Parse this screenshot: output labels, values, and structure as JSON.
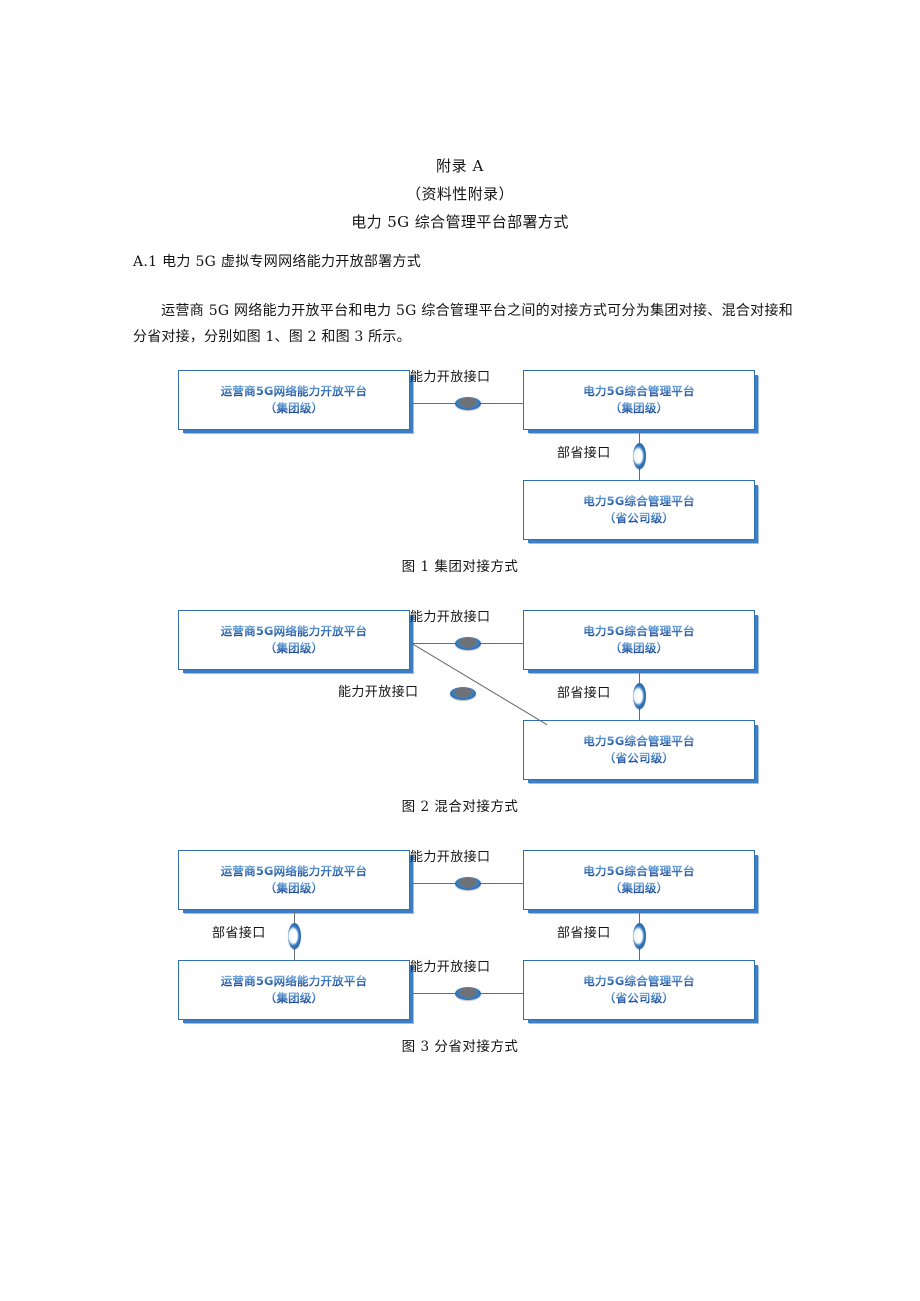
{
  "document": {
    "appendix_label": "附录 A",
    "appendix_kind": "（资料性附录）",
    "appendix_title": "电力 5G 综合管理平台部署方式",
    "section_heading": "A.1 电力 5G 虚拟专网网络能力开放部署方式",
    "paragraph": "运营商 5G 网络能力开放平台和电力 5G 综合管理平台之间的对接方式可分为集团对接、混合对接和分省对接，分别如图 1、图 2 和图 3 所示。"
  },
  "labels": {
    "operator_platform_l1": "运营商5G网络能力开放平台",
    "operator_platform_l2": "（集团级）",
    "power_platform_l1": "电力5G综合管理平台",
    "group_level": "（集团级）",
    "province_level": "（省公司级）",
    "capability_interface": "能力开放接口",
    "ministry_province_interface": "部省接口"
  },
  "figures": [
    {
      "id": "figure-1",
      "caption": "图 1 集团对接方式",
      "nodes": [
        {
          "name": "operator-group",
          "line1": "运营商5G网络能力开放平台",
          "line2": "（集团级）"
        },
        {
          "name": "power-group",
          "line1": "电力5G综合管理平台",
          "line2": "（集团级）"
        },
        {
          "name": "power-province",
          "line1": "电力5G综合管理平台",
          "line2": "（省公司级）"
        }
      ],
      "connectors": [
        {
          "name": "capability-interface",
          "label": "能力开放接口",
          "orientation": "horizontal"
        },
        {
          "name": "ministry-province-interface",
          "label": "部省接口",
          "orientation": "vertical"
        }
      ]
    },
    {
      "id": "figure-2",
      "caption": "图 2 混合对接方式",
      "nodes": [
        {
          "name": "operator-group",
          "line1": "运营商5G网络能力开放平台",
          "line2": "（集团级）"
        },
        {
          "name": "power-group",
          "line1": "电力5G综合管理平台",
          "line2": "（集团级）"
        },
        {
          "name": "power-province",
          "line1": "电力5G综合管理平台",
          "line2": "（省公司级）"
        }
      ],
      "connectors": [
        {
          "name": "capability-interface-top",
          "label": "能力开放接口",
          "orientation": "horizontal"
        },
        {
          "name": "capability-interface-diagonal",
          "label": "能力开放接口",
          "orientation": "diagonal"
        },
        {
          "name": "ministry-province-interface",
          "label": "部省接口",
          "orientation": "vertical"
        }
      ]
    },
    {
      "id": "figure-3",
      "caption": "图 3 分省对接方式",
      "nodes": [
        {
          "name": "operator-group",
          "line1": "运营商5G网络能力开放平台",
          "line2": "（集团级）"
        },
        {
          "name": "power-group",
          "line1": "电力5G综合管理平台",
          "line2": "（集团级）"
        },
        {
          "name": "operator-group-2",
          "line1": "运营商5G网络能力开放平台",
          "line2": "（集团级）"
        },
        {
          "name": "power-province",
          "line1": "电力5G综合管理平台",
          "line2": "（省公司级）"
        }
      ],
      "connectors": [
        {
          "name": "capability-interface-top",
          "label": "能力开放接口",
          "orientation": "horizontal"
        },
        {
          "name": "capability-interface-bottom",
          "label": "能力开放接口",
          "orientation": "horizontal"
        },
        {
          "name": "ministry-province-interface-left",
          "label": "部省接口",
          "orientation": "vertical"
        },
        {
          "name": "ministry-province-interface-right",
          "label": "部省接口",
          "orientation": "vertical"
        }
      ]
    }
  ],
  "colors": {
    "node_border": "#2f6fb5",
    "node_text_gradient_top": "#9cc3e6",
    "node_text_gradient_bottom": "#1b3f7d",
    "connector_line": "#6b6b6b",
    "torus_blue": "#3e7fc1",
    "page_background": "#ffffff",
    "body_text": "#141414"
  }
}
